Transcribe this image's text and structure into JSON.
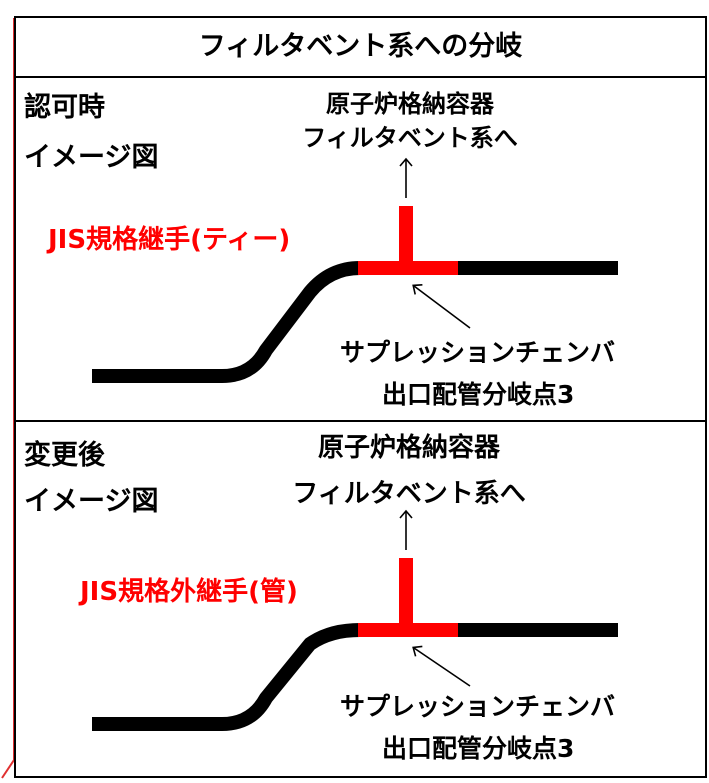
{
  "title": "フィルタベント系への分岐",
  "panels": [
    {
      "heading_line1": "認可時",
      "heading_line2": "イメージ図",
      "dest_line1": "原子炉格納容器",
      "dest_line2": "フィルタベント系へ",
      "fitting_label": "JIS規格継手(ティー)",
      "source_line1": "サプレッションチェンバ",
      "source_line2": "出口配管分岐点3"
    },
    {
      "heading_line1": "変更後",
      "heading_line2": "イメージ図",
      "dest_line1": "原子炉格納容器",
      "dest_line2": "フィルタベント系へ",
      "fitting_label": "JIS規格外継手(管)",
      "source_line1": "サプレッションチェンバ",
      "source_line2": "出口配管分岐点3"
    }
  ],
  "colors": {
    "pipe": "#000000",
    "fitting": "#ff0000",
    "border": "#000000",
    "accent_edge": "#e03030"
  }
}
